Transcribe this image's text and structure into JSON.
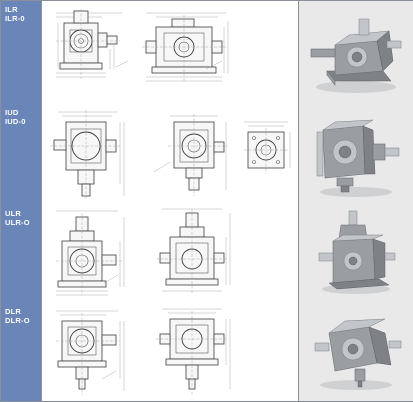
{
  "rows": [
    {
      "code": "ILR",
      "variant": "ILR-0"
    },
    {
      "code": "IUD",
      "variant": "IUD-0"
    },
    {
      "code": "ULR",
      "variant": "ULR-O"
    },
    {
      "code": "DLR",
      "variant": "DLR-O"
    }
  ],
  "colors": {
    "label_background": "#6a85b8",
    "label_text": "#ffffff",
    "grid_lines": "#8a8f9a",
    "photo_background": "#e9e9ea",
    "gearbox_metal": "#9a9ea3"
  },
  "icons": [
    "technical-drawing",
    "gearbox-photo"
  ]
}
